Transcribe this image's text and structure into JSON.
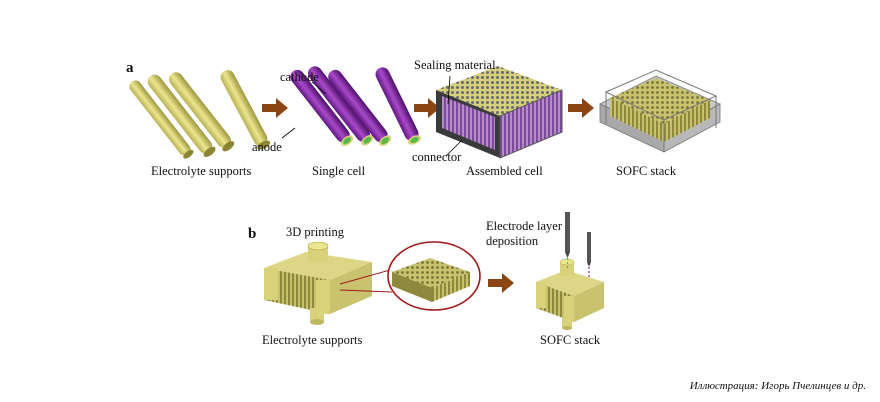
{
  "panels": {
    "a": "a",
    "b": "b"
  },
  "labels_a": {
    "cathode": "cathode",
    "anode": "anode",
    "electrolyte_supports": "Electrolyte supports",
    "single_cell": "Single cell",
    "sealing_material": "Sealing material",
    "connector": "connector",
    "assembled_cell": "Assembled cell",
    "sofc_stack": "SOFC stack"
  },
  "labels_b": {
    "printing": "3D printing",
    "electrolyte_supports": "Electrolyte supports",
    "electrode_layer": "Electrode layer",
    "deposition": "deposition",
    "sofc_stack": "SOFC stack"
  },
  "credit": "Иллюстрация: Игорь Пчелинцев и др.",
  "colors": {
    "tube": "#d8d27a",
    "tube_dark": "#a9a34a",
    "cathode": "#8a2aa8",
    "anode": "#5ab84a",
    "arrow": "#8b4513",
    "ellipse": "#a01818"
  }
}
